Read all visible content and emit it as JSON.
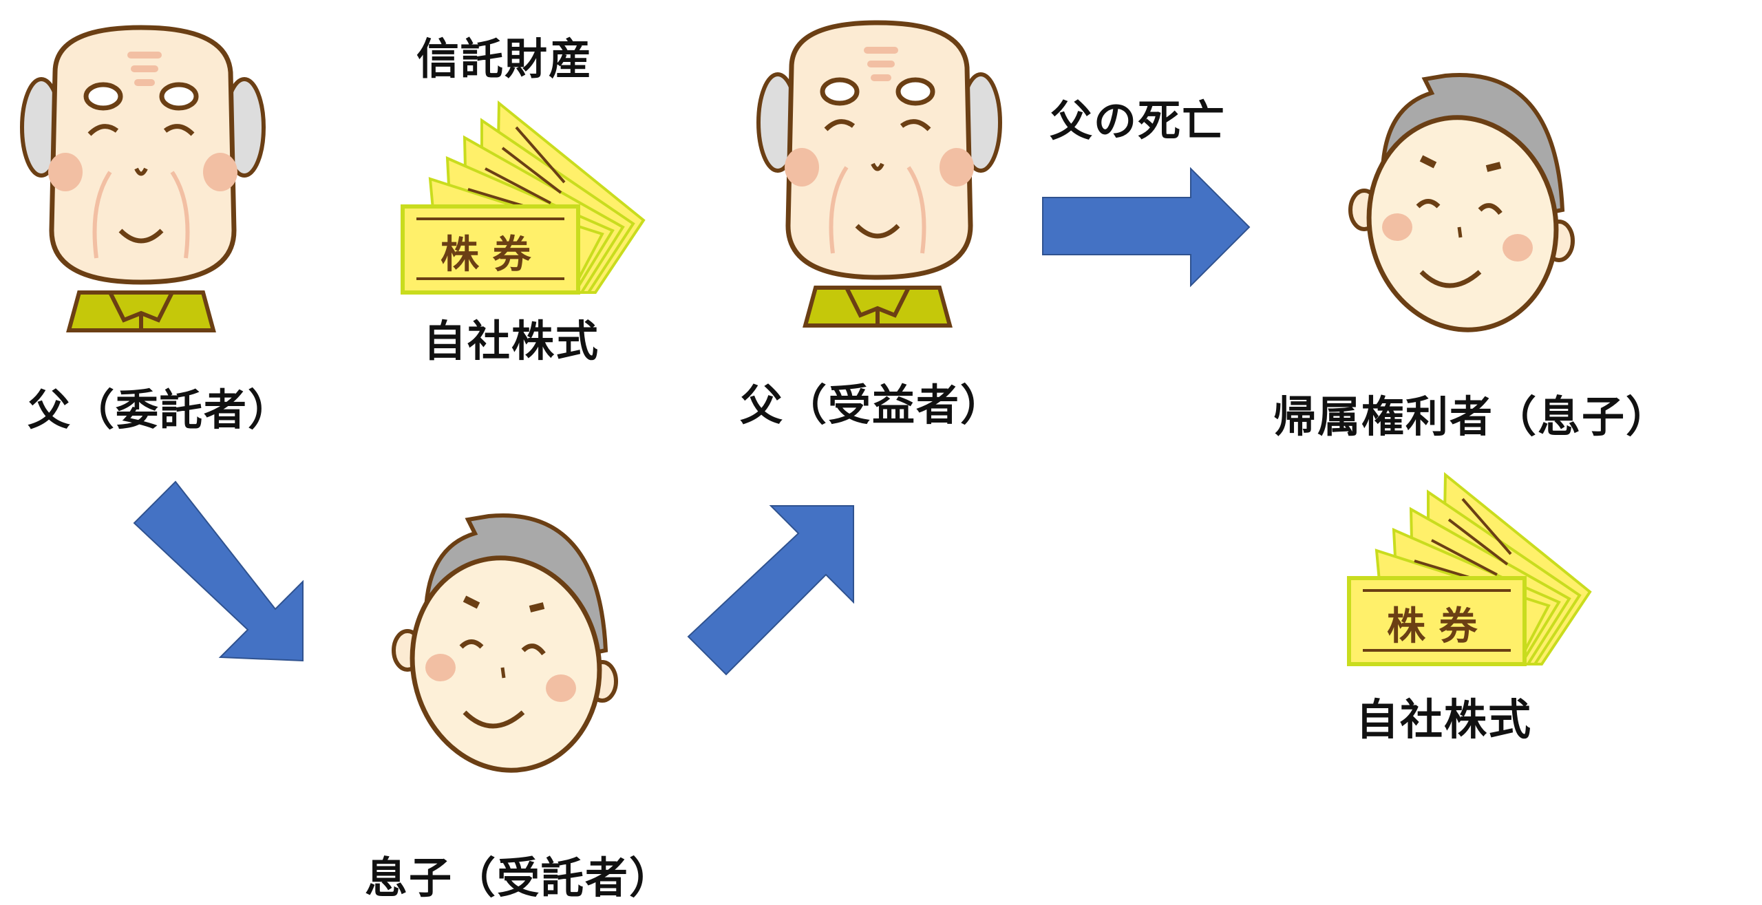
{
  "diagram": {
    "title": "信託財産",
    "event_label": "父の死亡",
    "nodes": {
      "settlor": {
        "label": "父（委託者）",
        "figure": "elderly-man-icon"
      },
      "trust_property": {
        "label": "自社株式",
        "certificate_text": "株 券",
        "figure": "stock-certificate-icon"
      },
      "beneficiary": {
        "label": "父（受益者）",
        "figure": "elderly-man-icon"
      },
      "trustee": {
        "label": "息子（受託者）",
        "figure": "son-face-icon"
      },
      "residual_owner": {
        "label": "帰属権利者（息子）",
        "figure": "son-face-icon"
      },
      "residual_property": {
        "label": "自社株式",
        "certificate_text": "株 券",
        "figure": "stock-certificate-icon"
      }
    },
    "arrows": [
      {
        "from": "settlor",
        "to": "trustee",
        "direction": "down-right"
      },
      {
        "from": "trustee",
        "to": "beneficiary",
        "direction": "up-right"
      },
      {
        "from": "beneficiary",
        "to": "residual_owner",
        "direction": "right"
      }
    ],
    "colors": {
      "arrow": "#4472C4",
      "skin": "#FCEBD3",
      "outline": "#6B3F14",
      "shirt": "#C5C80A",
      "hair": "#A9A9A9",
      "certificate": "#FFF06A",
      "certificate_accent": "#C9DC1E",
      "cheek": "#F2BFA3"
    }
  }
}
